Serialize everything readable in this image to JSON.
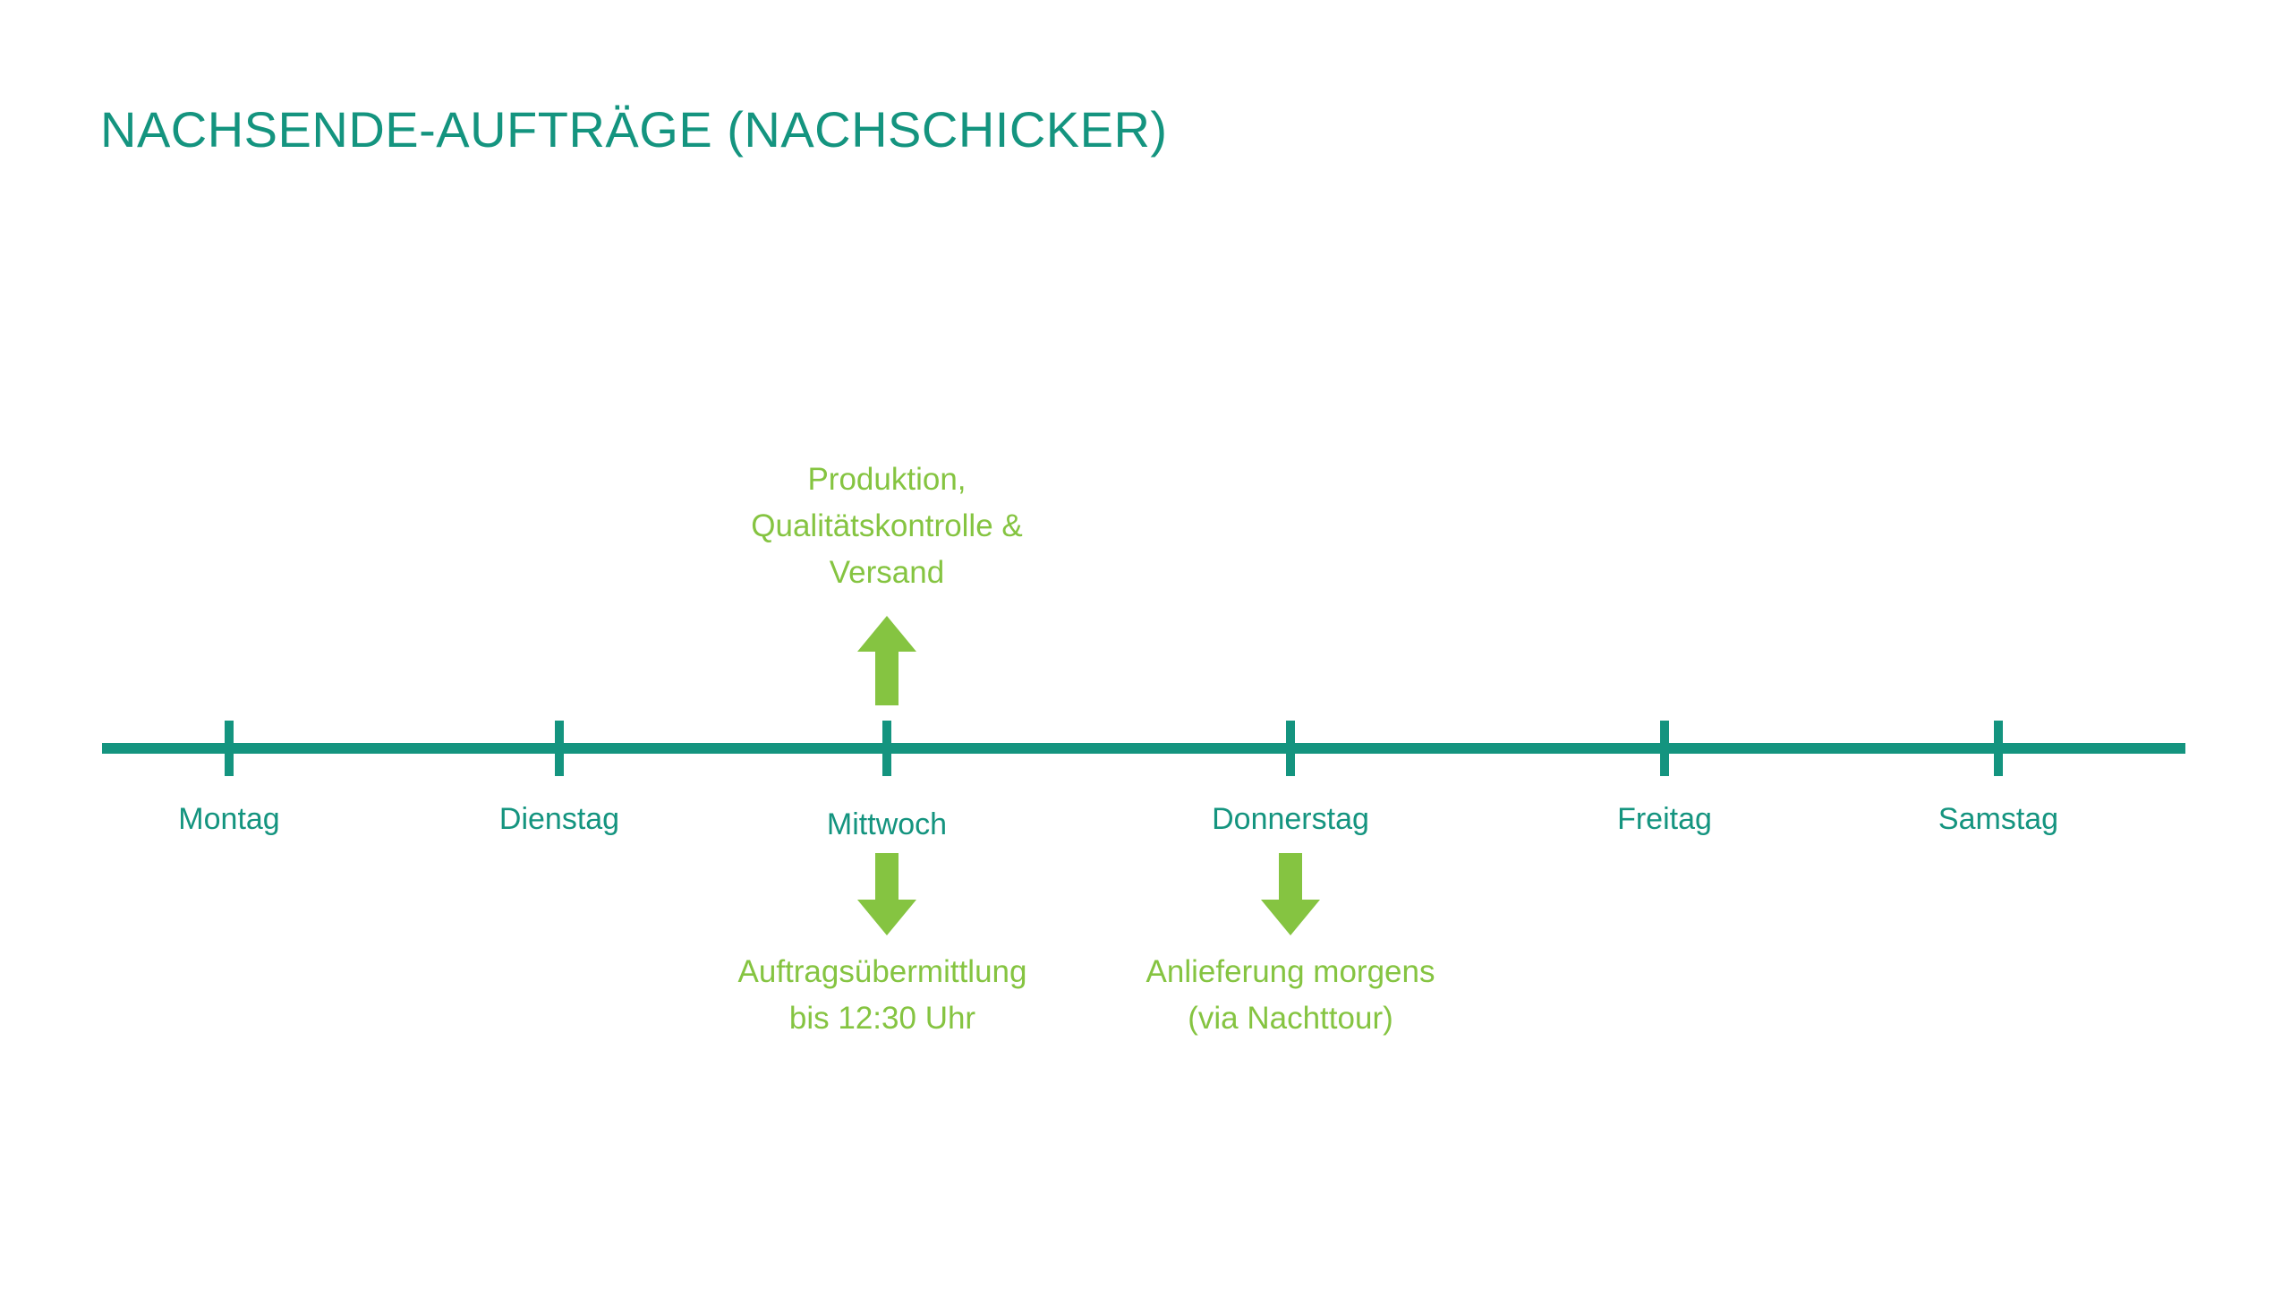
{
  "title": "NACHSENDE-AUFTRÄGE (NACHSCHICKER)",
  "colors": {
    "teal": "#14947F",
    "green": "#85C441"
  },
  "timeline": {
    "days": [
      {
        "label": "Montag"
      },
      {
        "label": "Dienstag"
      },
      {
        "label": "Mittwoch"
      },
      {
        "label": "Donnerstag"
      },
      {
        "label": "Freitag"
      },
      {
        "label": "Samstag"
      }
    ]
  },
  "annotations": {
    "production": {
      "position": "above Mittwoch",
      "arrow": "up",
      "lines": [
        "Produktion,",
        "Qualitätskontrolle &",
        "Versand"
      ]
    },
    "order_submission": {
      "position": "below Mittwoch",
      "arrow": "down",
      "lines": [
        "Auftragsübermittlung",
        "bis 12:30 Uhr"
      ]
    },
    "delivery": {
      "position": "below Donnerstag",
      "arrow": "down",
      "lines": [
        "Anlieferung morgens",
        "(via Nachttour)"
      ]
    }
  }
}
